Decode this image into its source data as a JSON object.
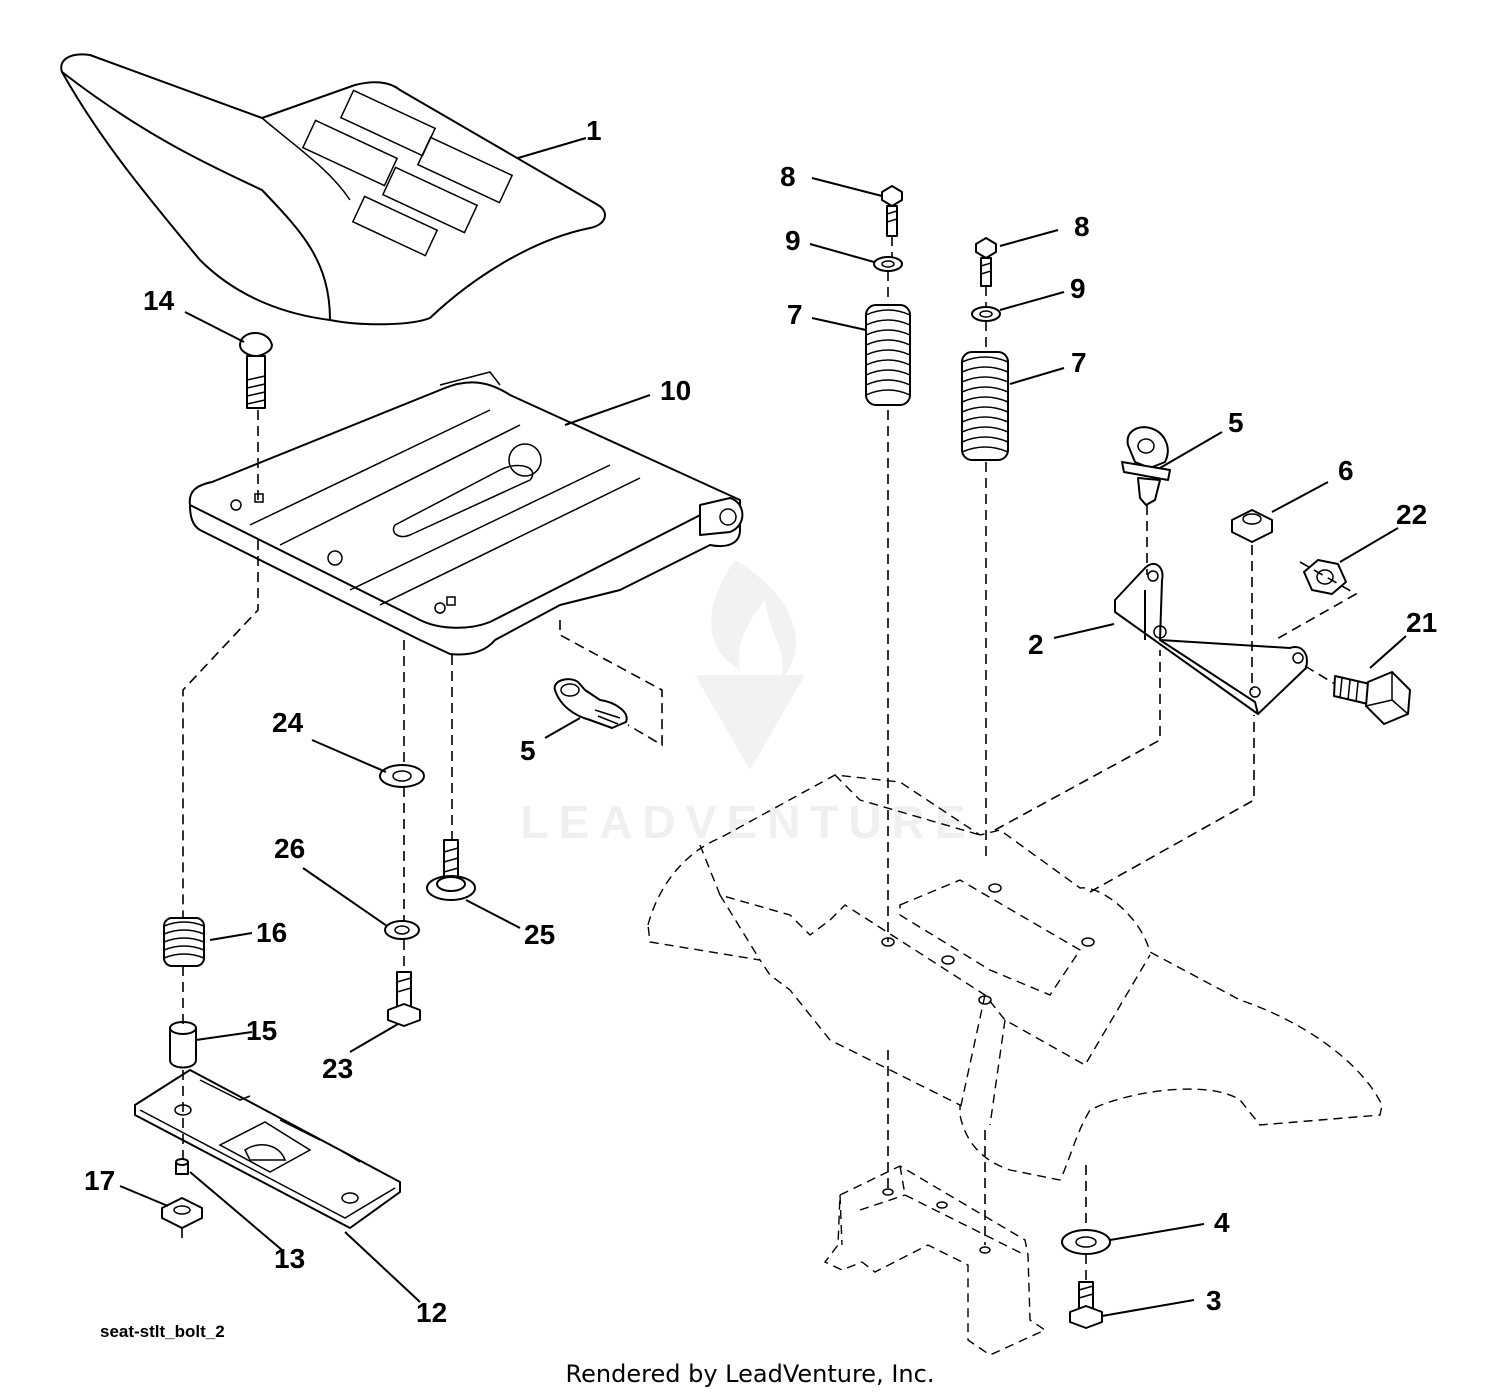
{
  "diagram_code": "seat-stlt_bolt_2",
  "footer_credit": "Rendered by LeadVenture, Inc.",
  "watermark": "LEADVENTURE",
  "callouts": [
    "1",
    "14",
    "10",
    "24",
    "26",
    "25",
    "16",
    "15",
    "23",
    "17",
    "13",
    "12",
    "5",
    "8",
    "9",
    "7",
    "5",
    "6",
    "22",
    "2",
    "21",
    "4",
    "3"
  ],
  "colors": {
    "line": "#000000",
    "background": "#ffffff",
    "watermark": "#e6e6e6"
  }
}
